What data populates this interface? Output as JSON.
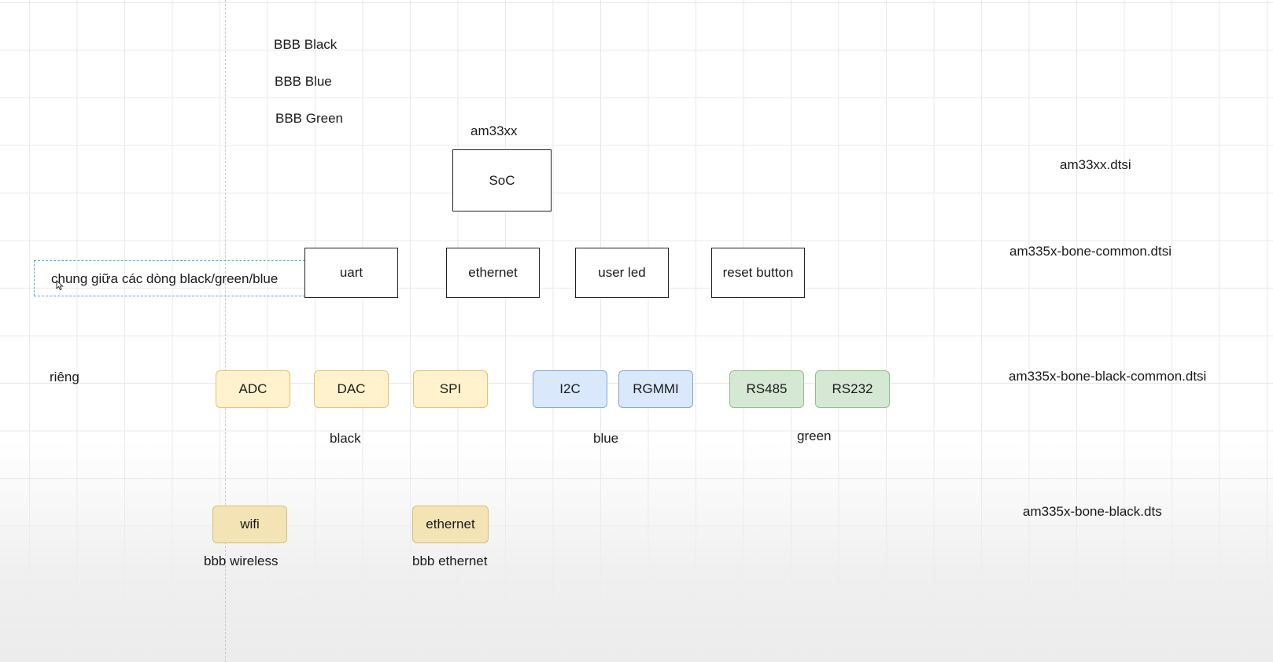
{
  "board_variants": [
    "BBB Black",
    "BBB Blue",
    "BBB Green"
  ],
  "soc": {
    "caption": "am33xx",
    "box_label": "SoC"
  },
  "common": {
    "note": "chung giữa các dòng black/green/blue",
    "peripherals": [
      "uart",
      "ethernet",
      "user led",
      "reset button"
    ]
  },
  "specific": {
    "label": "riêng",
    "black": {
      "items": [
        "ADC",
        "DAC",
        "SPI"
      ],
      "caption": "black"
    },
    "blue": {
      "items": [
        "I2C",
        "RGMMI"
      ],
      "caption": "blue"
    },
    "green": {
      "items": [
        "RS485",
        "RS232"
      ],
      "caption": "green"
    }
  },
  "board_specific": {
    "wifi": {
      "label": "wifi",
      "caption": "bbb wireless"
    },
    "ethernet": {
      "label": "ethernet",
      "caption": "bbb ethernet"
    }
  },
  "files": {
    "soc_dtsi": "am33xx.dtsi",
    "common_dtsi": "am335x-bone-common.dtsi",
    "black_common_dtsi": "am335x-bone-black-common.dtsi",
    "black_dts": "am335x-bone-black.dts"
  },
  "colors": {
    "yellow_fill": "#fff2cc",
    "blue_fill": "#dae8fc",
    "green_fill": "#d5e8d4",
    "selection": "#5fa5e0"
  }
}
